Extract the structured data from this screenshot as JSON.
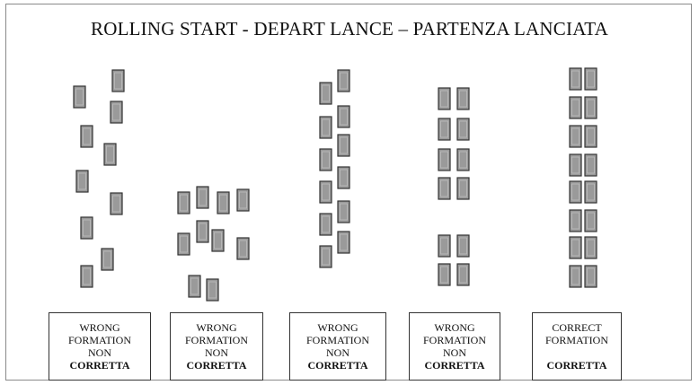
{
  "title": "ROLLING START - DEPART LANCE – PARTENZA LANCIATA",
  "colors": {
    "car_fill": "#9a9a9a",
    "car_stroke": "#333333",
    "frame": "#8a8a8a"
  },
  "panels": [
    {
      "caption": {
        "line1": "WRONG",
        "line2": "FORMATION",
        "line3": "NON",
        "line4": "CORRETTA"
      }
    },
    {
      "caption": {
        "line1": "WRONG",
        "line2": "FORMATION",
        "line3": "NON",
        "line4": "CORRETTA"
      }
    },
    {
      "caption": {
        "line1": "WRONG",
        "line2": "FORMATION",
        "line3": "NON",
        "line4": "CORRETTA"
      }
    },
    {
      "caption": {
        "line1": "WRONG",
        "line2": "FORMATION",
        "line3": "NON",
        "line4": "CORRETTA"
      }
    },
    {
      "caption": {
        "line1": "CORRECT",
        "line2": "FORMATION",
        "line3": "",
        "line4": "CORRETTA"
      }
    }
  ]
}
